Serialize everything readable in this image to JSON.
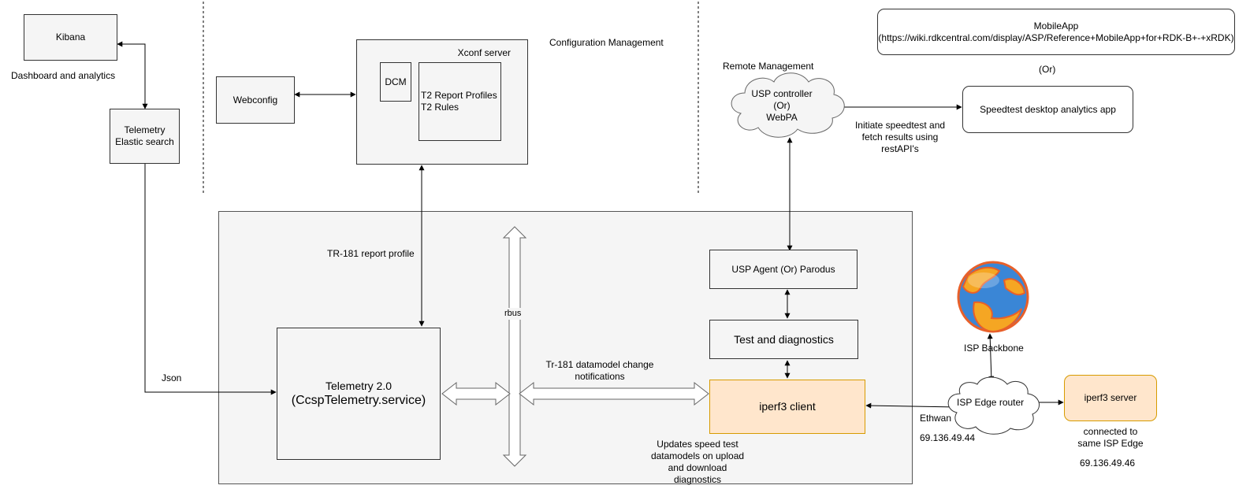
{
  "nodes": {
    "kibana": "Kibana",
    "dashboard": "Dashboard and analytics",
    "telemetry_es": "Telemetry\nElastic search",
    "webconfig": "Webconfig",
    "xconf_server": "Xconf server",
    "dcm": "DCM",
    "t2_profiles": "T2 Report Profiles\nT2 Rules",
    "config_mgmt": "Configuration Management",
    "remote_mgmt": "Remote Management",
    "usp_controller": "USP controller\n(Or)\nWebPA",
    "mobile_app": "MobileApp\n(https://wiki.rdkcentral.com/display/ASP/Reference+MobileApp+for+RDK-B+-+xRDK)",
    "or_label": "(Or)",
    "speedtest_app": "Speedtest desktop analytics app",
    "initiate_label": "Initiate speedtest and\nfetch results using\nrestAPI's",
    "tr181_report": "TR-181 report profile",
    "rbus": "rbus",
    "usp_agent": "USP Agent (Or) Parodus",
    "test_diag": "Test and diagnostics",
    "telemetry20_a": "Telemetry 2.0",
    "telemetry20_b": "(CcspTelemetry.service)",
    "tr181_change": "Tr-181 datamodel change\nnotifications",
    "iperf3_client": "iperf3 client",
    "updates_label": "Updates speed test\ndatamodels on upload\nand download\ndiagnostics",
    "json_label": "Json",
    "isp_backbone": "ISP Backbone",
    "isp_edge": "ISP Edge router",
    "ethwan": "Ethwan",
    "client_ip": "69.136.49.44",
    "iperf3_server": "iperf3 server",
    "connected_label": "connected to\nsame ISP Edge",
    "server_ip": "69.136.49.46"
  },
  "colors": {
    "box_fill": "#f5f5f5",
    "orange_fill": "#ffe6cc",
    "orange_stroke": "#d79b00",
    "line": "#000000"
  },
  "icons": [
    "globe-icon",
    "cloud-icon"
  ]
}
